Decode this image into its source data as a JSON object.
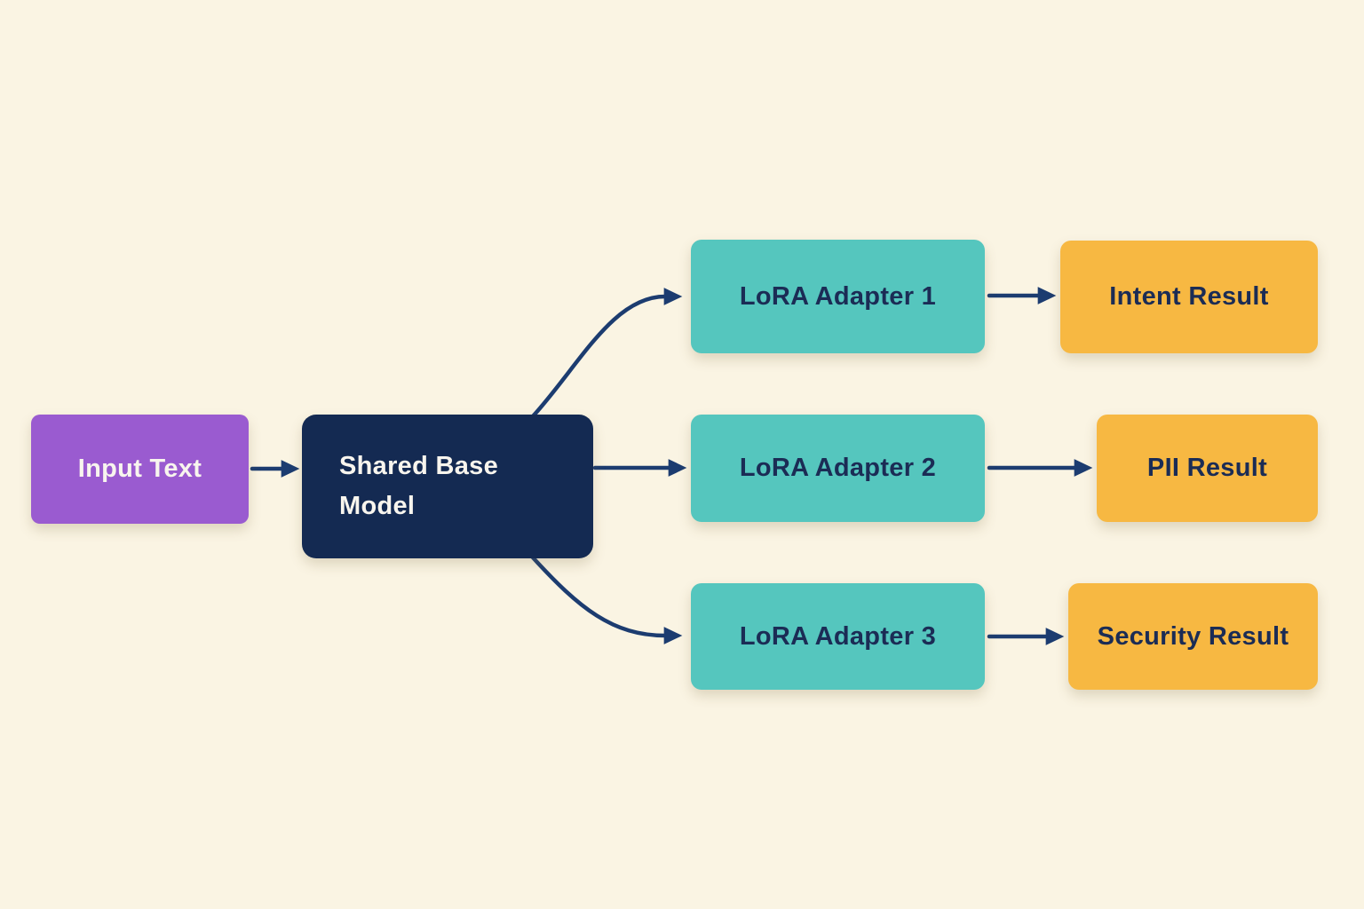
{
  "diagram": {
    "nodes": {
      "input": {
        "label": "Input Text"
      },
      "base": {
        "label": "Shared Base Model"
      },
      "adapter1": {
        "label": "LoRA Adapter 1"
      },
      "adapter2": {
        "label": "LoRA Adapter 2"
      },
      "adapter3": {
        "label": "LoRA Adapter 3"
      },
      "result_intent": {
        "label": "Intent Result"
      },
      "result_pii": {
        "label": "PII Result"
      },
      "result_security": {
        "label": "Security Result"
      }
    },
    "edges": [
      {
        "from": "Input Text",
        "to": "Shared Base Model"
      },
      {
        "from": "Shared Base Model",
        "to": "LoRA Adapter 1"
      },
      {
        "from": "Shared Base Model",
        "to": "LoRA Adapter 2"
      },
      {
        "from": "Shared Base Model",
        "to": "LoRA Adapter 3"
      },
      {
        "from": "LoRA Adapter 1",
        "to": "Intent Result"
      },
      {
        "from": "LoRA Adapter 2",
        "to": "PII Result"
      },
      {
        "from": "LoRA Adapter 3",
        "to": "Security Result"
      }
    ]
  },
  "colors": {
    "background": "#FAF4E3",
    "input_node": "#9A5BD0",
    "base_node": "#142A52",
    "adapter_node": "#55C6BE",
    "result_node": "#F7B842",
    "arrow": "#1C3C70",
    "label_light": "#F8F5EE",
    "label_dark": "#1B2C55"
  }
}
